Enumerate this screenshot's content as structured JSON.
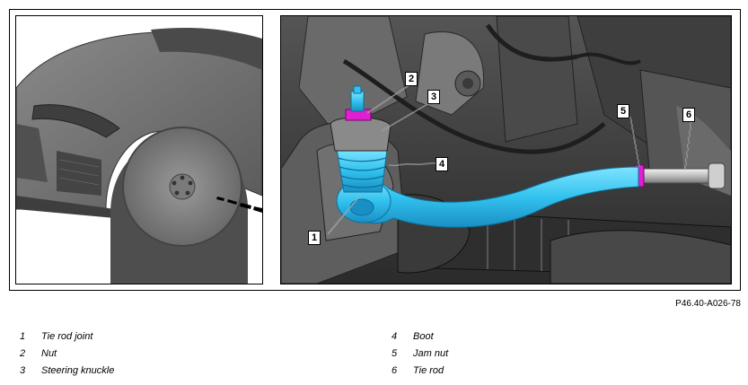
{
  "figure": {
    "reference_code": "P46.40-A026-78",
    "callouts": [
      "1",
      "2",
      "3",
      "4",
      "5",
      "6"
    ]
  },
  "legend": [
    {
      "num": "1",
      "label": "Tie rod joint"
    },
    {
      "num": "2",
      "label": "Nut"
    },
    {
      "num": "3",
      "label": "Steering knuckle"
    },
    {
      "num": "4",
      "label": "Boot"
    },
    {
      "num": "5",
      "label": "Jam nut"
    },
    {
      "num": "6",
      "label": "Tie rod"
    }
  ],
  "colors": {
    "highlight_part": "#39c8f0",
    "highlight_nut": "#e020d0",
    "car_body": "#6e6e6e",
    "engine_bay": "#3a3a3a"
  }
}
